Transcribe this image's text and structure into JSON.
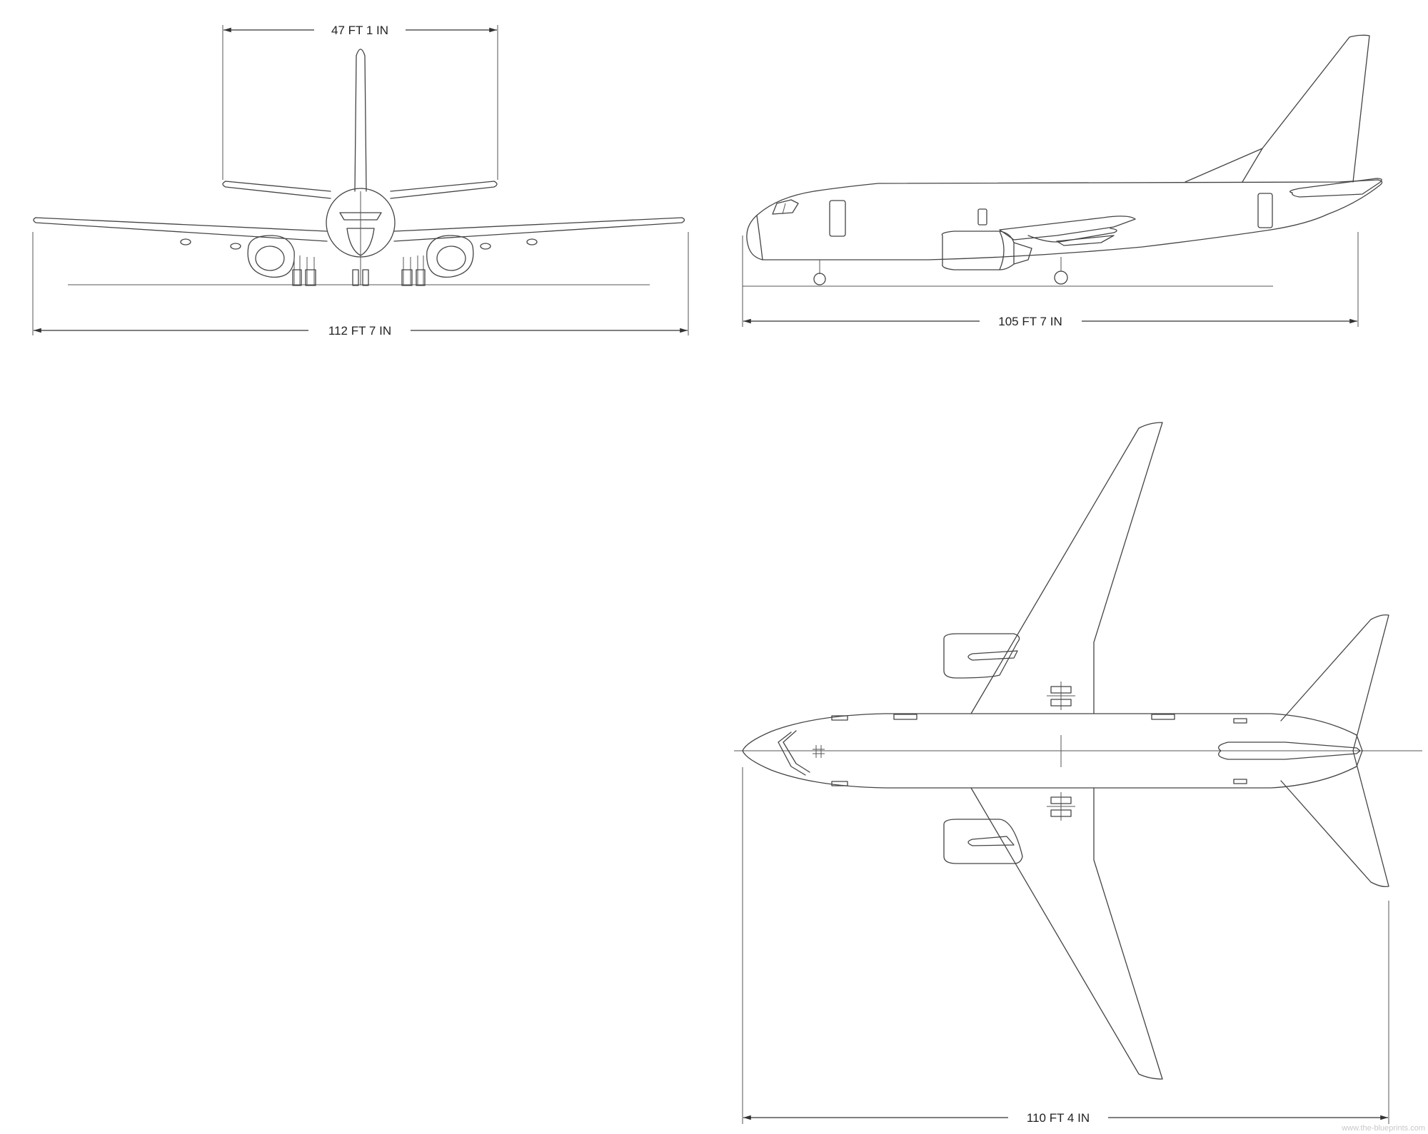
{
  "dimensions": {
    "tail_span": "47 FT 1 IN",
    "wing_span": "112 FT 7 IN",
    "side_length": "105 FT 7 IN",
    "top_length": "110 FT 4 IN"
  },
  "watermark": "www.the-blueprints.com",
  "colors": {
    "line": "#444444",
    "background": "#ffffff"
  }
}
